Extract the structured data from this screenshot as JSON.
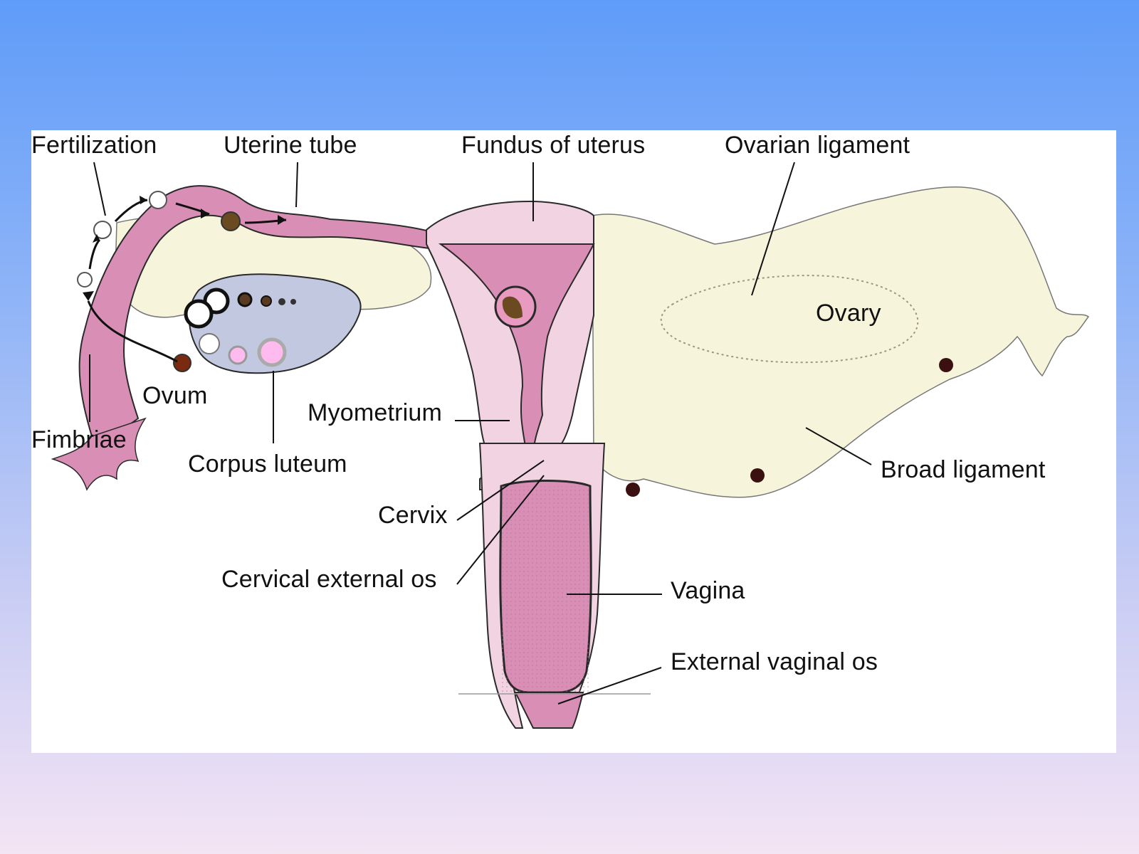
{
  "diagram": {
    "labels": {
      "fertilization": "Fertilization",
      "uterine_tube": "Uterine tube",
      "fundus": "Fundus of uterus",
      "ovarian_ligament": "Ovarian ligament",
      "ovary": "Ovary",
      "ovum": "Ovum",
      "fimbriae": "Fimbriae",
      "myometrium": "Myometrium",
      "corpus_luteum": "Corpus luteum",
      "cervix": "Cervix",
      "cervical_external_os": "Cervical external os",
      "vagina": "Vagina",
      "external_vaginal_os": "External vaginal os",
      "broad_ligament": "Broad ligament"
    },
    "colors": {
      "tissue_pink": "#d98fb5",
      "light_pink": "#f2d3e1",
      "ligament_cream": "#f7f4dc",
      "ovary_blue": "#c2c8e0",
      "outline": "#2a2a2a"
    }
  }
}
